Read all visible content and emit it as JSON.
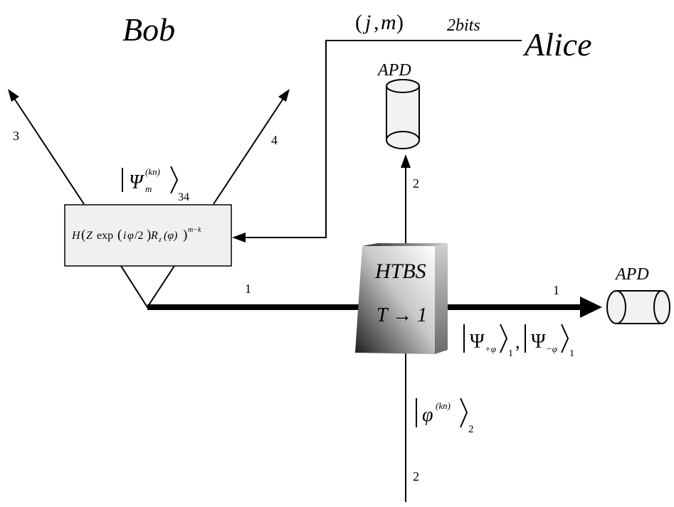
{
  "title_bob": "Bob",
  "title_alice": "Alice",
  "classical_bits": "2bits",
  "classical_msg": {
    "open": "(",
    "j": "j",
    "comma": ",",
    "m": "m",
    "close": ")"
  },
  "apd_top": "APD",
  "apd_right": "APD",
  "splitter": {
    "name": "HTBS",
    "condition": "T → 1"
  },
  "box_formula": {
    "H": "H",
    "lp": "(",
    "Z": "Z",
    "exp": "exp",
    "lp2": "(",
    "i": "i",
    "phi": "φ",
    "slash2": "/2",
    "rp2": ")",
    "R": "R",
    "z": "z",
    "phi2": "(φ)",
    "rp": ")",
    "power": "m−k"
  },
  "state_bob": {
    "psi": "Ψ",
    "sup": "(kn)",
    "sub_m": "m",
    "sub": "34"
  },
  "state_input": {
    "phi": "φ",
    "sup": "(kn)",
    "sub": "2"
  },
  "state_output": {
    "psi1": "Ψ",
    "s1": "+φ",
    "o1": "1",
    "comma": ",",
    "psi2": "Ψ",
    "s2": "−φ",
    "o2": "1"
  },
  "mode_labels": {
    "m3": "3",
    "m4": "4",
    "m2_top": "2",
    "m1_left": "1",
    "m1_right": "1",
    "m2_bottom": "2"
  }
}
